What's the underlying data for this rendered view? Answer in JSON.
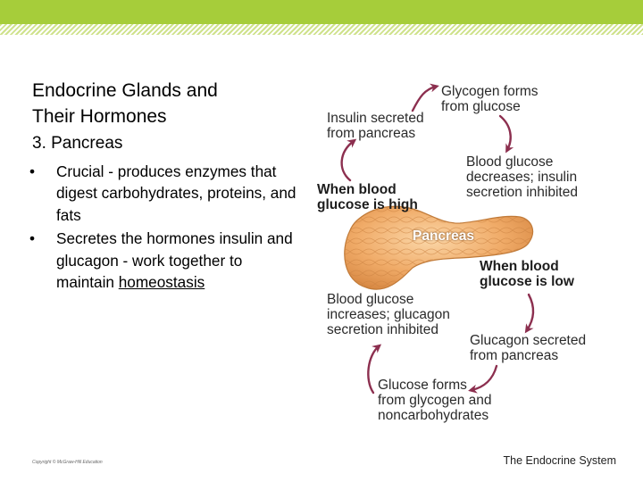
{
  "slide": {
    "title_line1": "Endocrine Glands and",
    "title_line2": "Their Hormones",
    "subtitle": "3. Pancreas",
    "bullets": [
      {
        "marker": "•",
        "text": "Crucial - produces enzymes that digest carbohydrates, proteins, and fats"
      },
      {
        "marker": "•",
        "text_before": "Secretes the hormones insulin and glucagon - work together to maintain ",
        "link": "homeostasis"
      }
    ],
    "copyright": "Copyright © McGraw-Hill Education",
    "footer": "The Endocrine System"
  },
  "diagram": {
    "insulin_secreted": [
      "Insulin secreted",
      "from pancreas"
    ],
    "glycogen_forms": [
      "Glycogen forms",
      "from glucose"
    ],
    "blood_glucose_decreases": [
      "Blood glucose",
      "decreases; insulin",
      "secretion inhibited"
    ],
    "when_high": [
      "When blood",
      "glucose is high"
    ],
    "pancreas": "Pancreas",
    "when_low": [
      "When blood",
      "glucose is low"
    ],
    "blood_glucose_increases": [
      "Blood glucose",
      "increases; glucagon",
      "secretion inhibited"
    ],
    "glucagon_secreted": [
      "Glucagon secreted",
      "from pancreas"
    ],
    "glucose_forms": [
      "Glucose forms",
      "from glycogen and",
      "noncarbohydrates"
    ]
  },
  "colors": {
    "accent_bar": "#a6cd3a",
    "arrow": "#8c2f4f",
    "pancreas": "#f2b070"
  }
}
